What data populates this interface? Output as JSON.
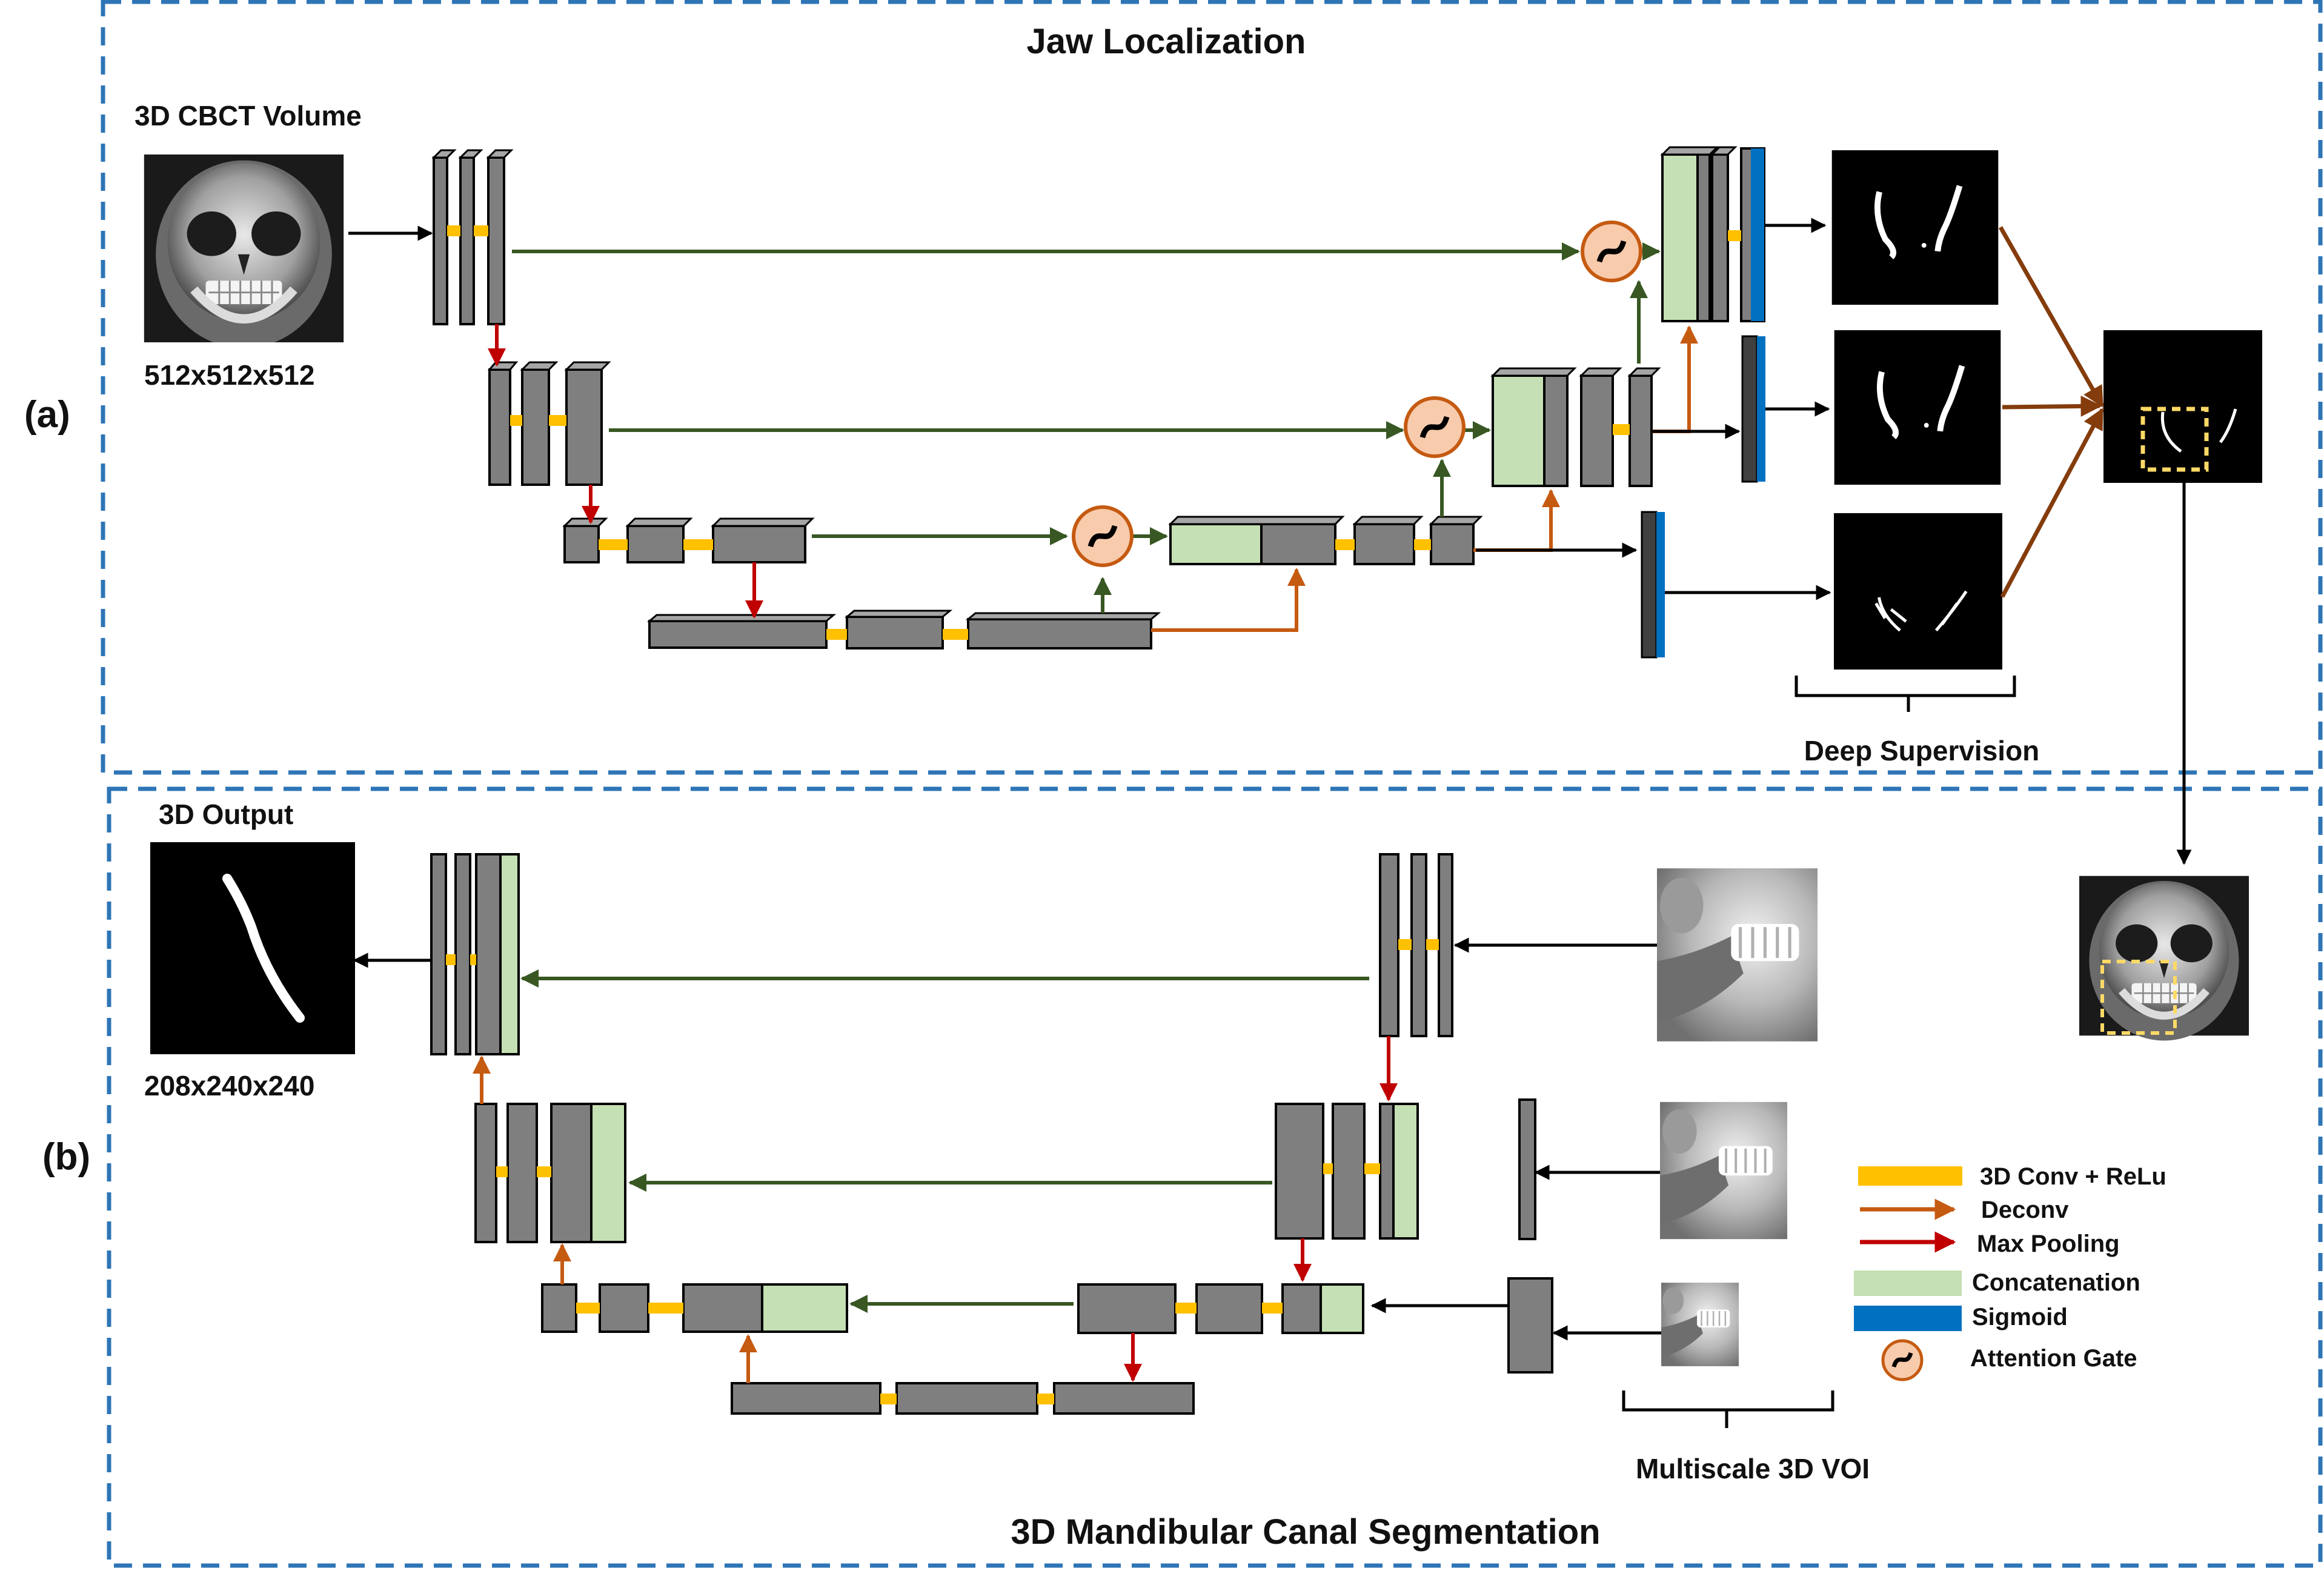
{
  "panel_a": {
    "tag": "(a)",
    "title": "Jaw Localization",
    "input_label": "3D CBCT Volume",
    "input_size": "512x512x512",
    "caption": "Deep Supervision"
  },
  "panel_b": {
    "tag": "(b)",
    "title": "3D Mandibular Canal Segmentation",
    "output_label": "3D Output",
    "output_size": "208x240x240",
    "caption": "Multiscale 3D VOI"
  },
  "legend": {
    "conv": "3D Conv + ReLu",
    "deconv": "Deconv",
    "maxpool": "Max Pooling",
    "concat": "Concatenation",
    "sigmoid": "Sigmoid",
    "attention": "Attention Gate"
  },
  "colors": {
    "block_fill": "#7f7f7f",
    "block_top": "#a6a6a6",
    "block_side": "#404040",
    "conv": "#ffc000",
    "deconv": "#c55a11",
    "maxpool": "#c00000",
    "skip": "#385723",
    "concat": "#c5e0b4",
    "sigmoid": "#0070c0",
    "attention_fill": "#f8cbad",
    "frame": "#2e75b6"
  }
}
